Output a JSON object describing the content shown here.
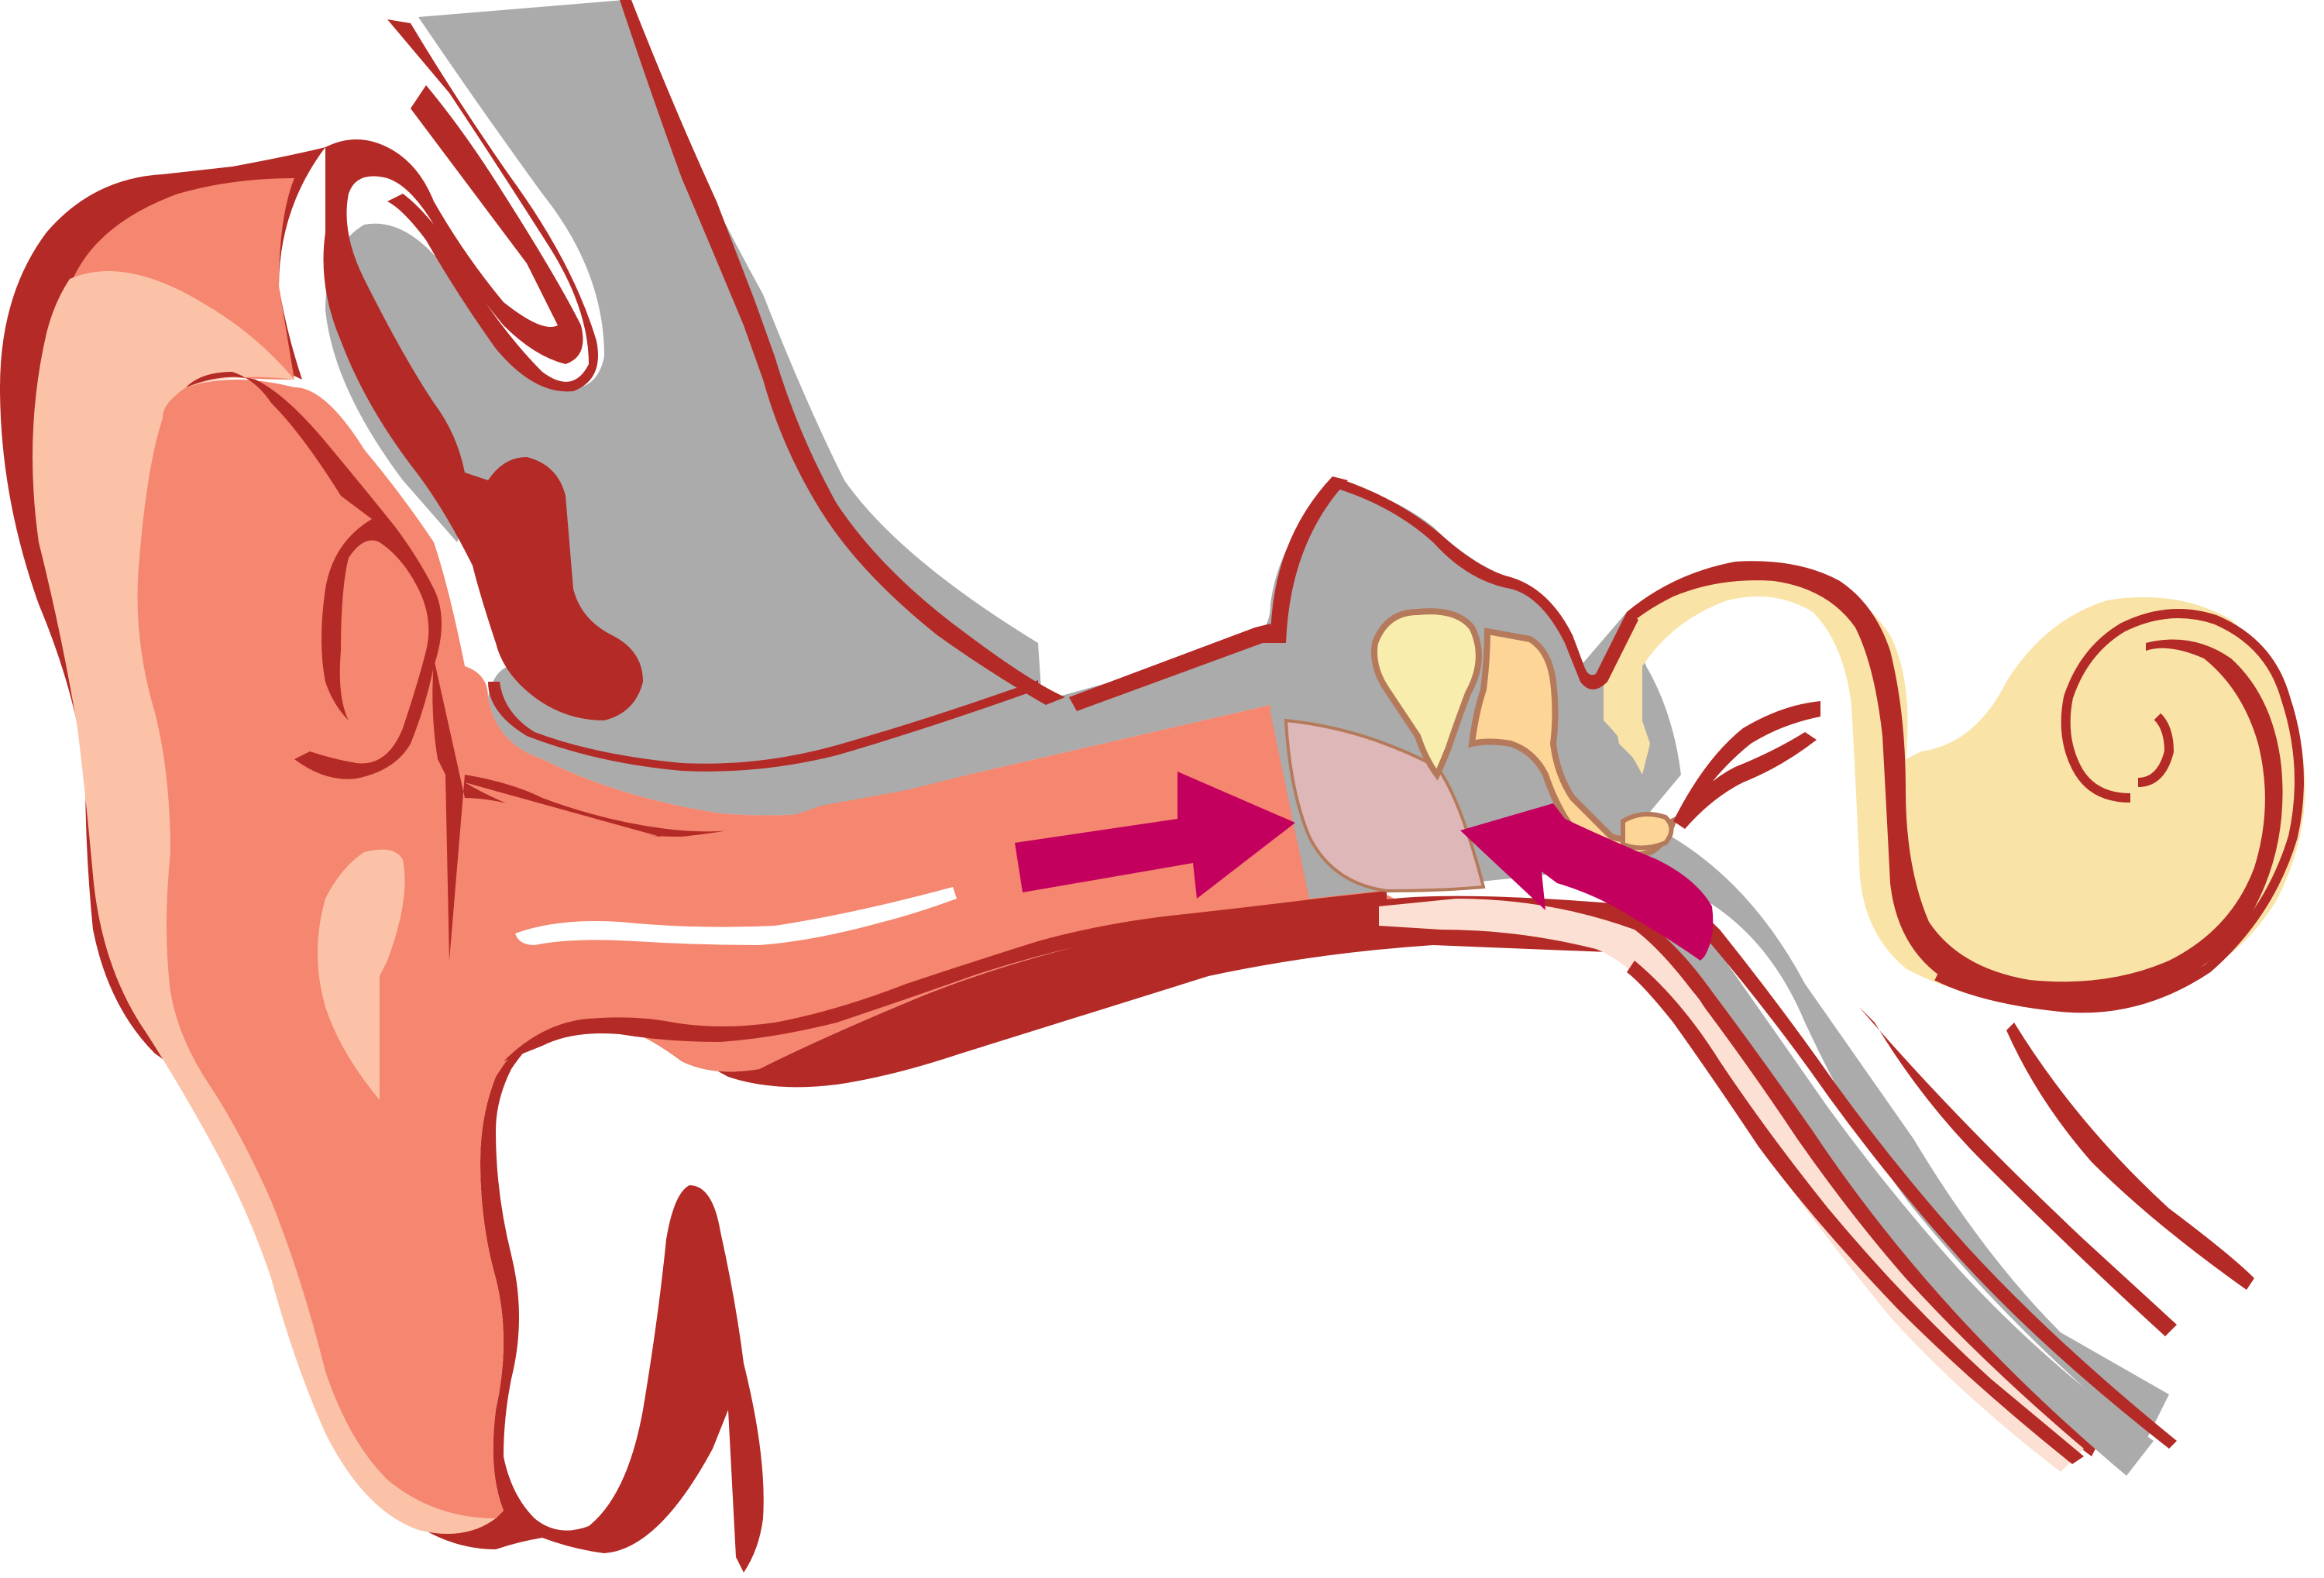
{
  "diagram": {
    "subject": "ear-anatomy-cross-section",
    "parts": [
      "outer-ear-pinna",
      "ear-canal",
      "temporal-bone",
      "eardrum",
      "malleus",
      "incus",
      "stapes",
      "cochlea",
      "eustachian-tube"
    ],
    "arrows": [
      "arrow-toward-eardrum",
      "arrow-from-middle-ear"
    ]
  },
  "colors": {
    "outline": "#B32A26",
    "skin_light": "#FBC2A7",
    "skin_mid": "#F5866F",
    "skin_pale": "#FCE0D3",
    "bone": "#ABABAB",
    "cochlea": "#F9E3A6",
    "malleus": "#F8EDAC",
    "incus": "#FDD596",
    "eardrum": "#DEB8B8",
    "ossicle_border": "#B57A5B",
    "arrow": "#C4005F"
  }
}
